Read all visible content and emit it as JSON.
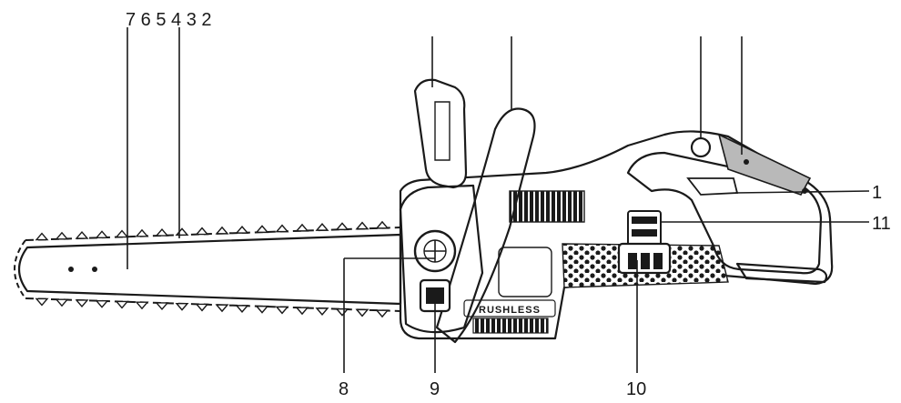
{
  "callouts": {
    "top_row": "7 6 5 4 3 2",
    "c1": "1",
    "c11": "11",
    "c8": "8",
    "c9": "9",
    "c10": "10"
  },
  "product": {
    "brand_text": "RUSHLESS"
  },
  "colors": {
    "line": "#1a1a1a",
    "grip_shading": "#b9b9b9",
    "background": "#ffffff"
  }
}
